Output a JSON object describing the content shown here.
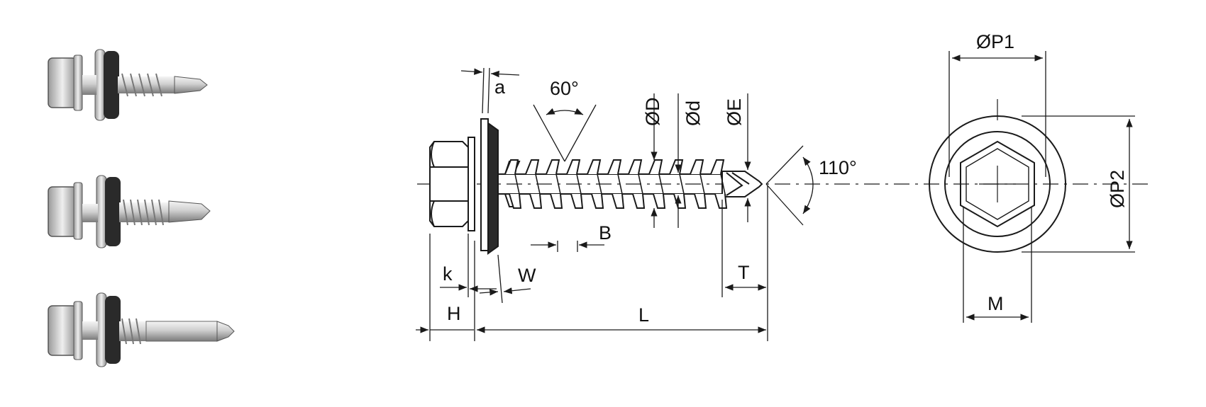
{
  "photos": [
    {
      "kind": "short-drill-point-screw-photo"
    },
    {
      "kind": "medium-drill-point-screw-photo"
    },
    {
      "kind": "long-drill-point-screw-photo"
    }
  ],
  "side_view": {
    "labels": {
      "a": "a",
      "thread_angle": "60°",
      "outer_diameter": "ØD",
      "core_diameter": "Ød",
      "drill_diameter": "ØE",
      "point_angle": "110°",
      "pitch": "B",
      "head_height": "k",
      "washer_thickness": "W",
      "total_head": "H",
      "length": "L",
      "drill_length": "T"
    }
  },
  "end_view": {
    "labels": {
      "washer_diameter_1": "ØP1",
      "washer_diameter_2": "ØP2",
      "hex_size": "M"
    }
  },
  "colors": {
    "line": "#1a1a1a",
    "washer_rubber": "#2a2a2a",
    "metal_light": "#e6e6e6",
    "metal_dark": "#6e6e6e"
  }
}
